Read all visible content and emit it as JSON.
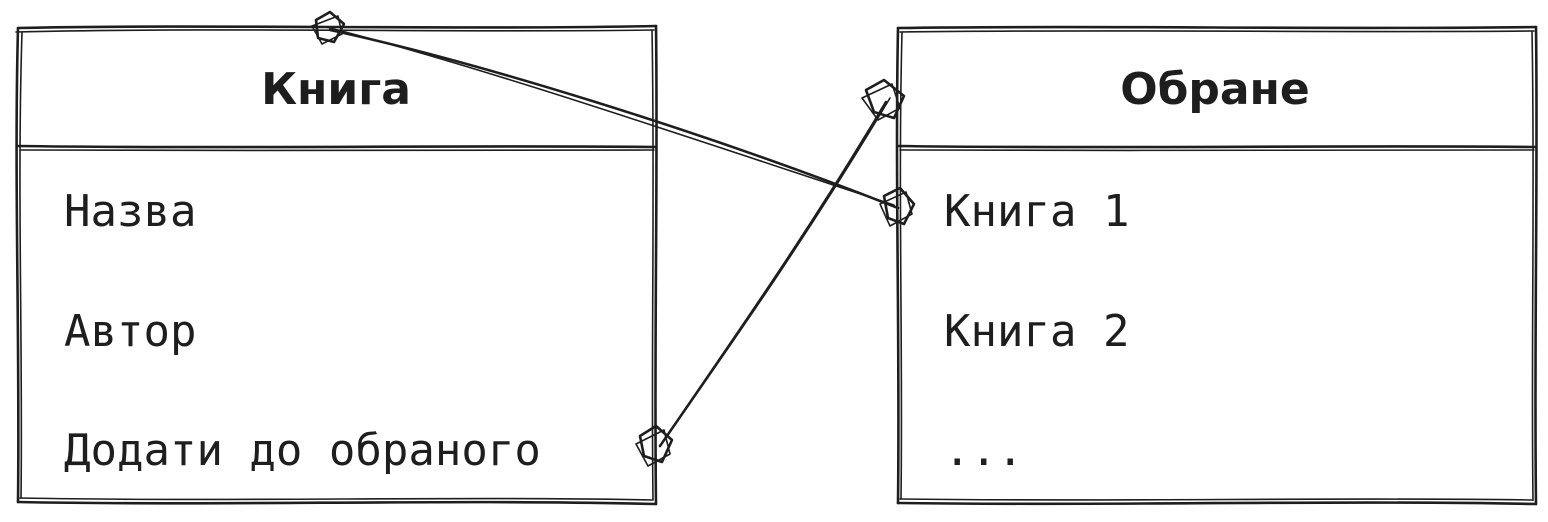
{
  "entities": [
    {
      "title": "Книга",
      "fields": [
        "Назва",
        "Автор",
        "Додати до обраного"
      ]
    },
    {
      "title": "Обране",
      "fields": [
        "Книга 1",
        "Книга 2",
        "..."
      ]
    }
  ],
  "stroke_color": "#1e1e1e",
  "background_color": "#ffffff"
}
